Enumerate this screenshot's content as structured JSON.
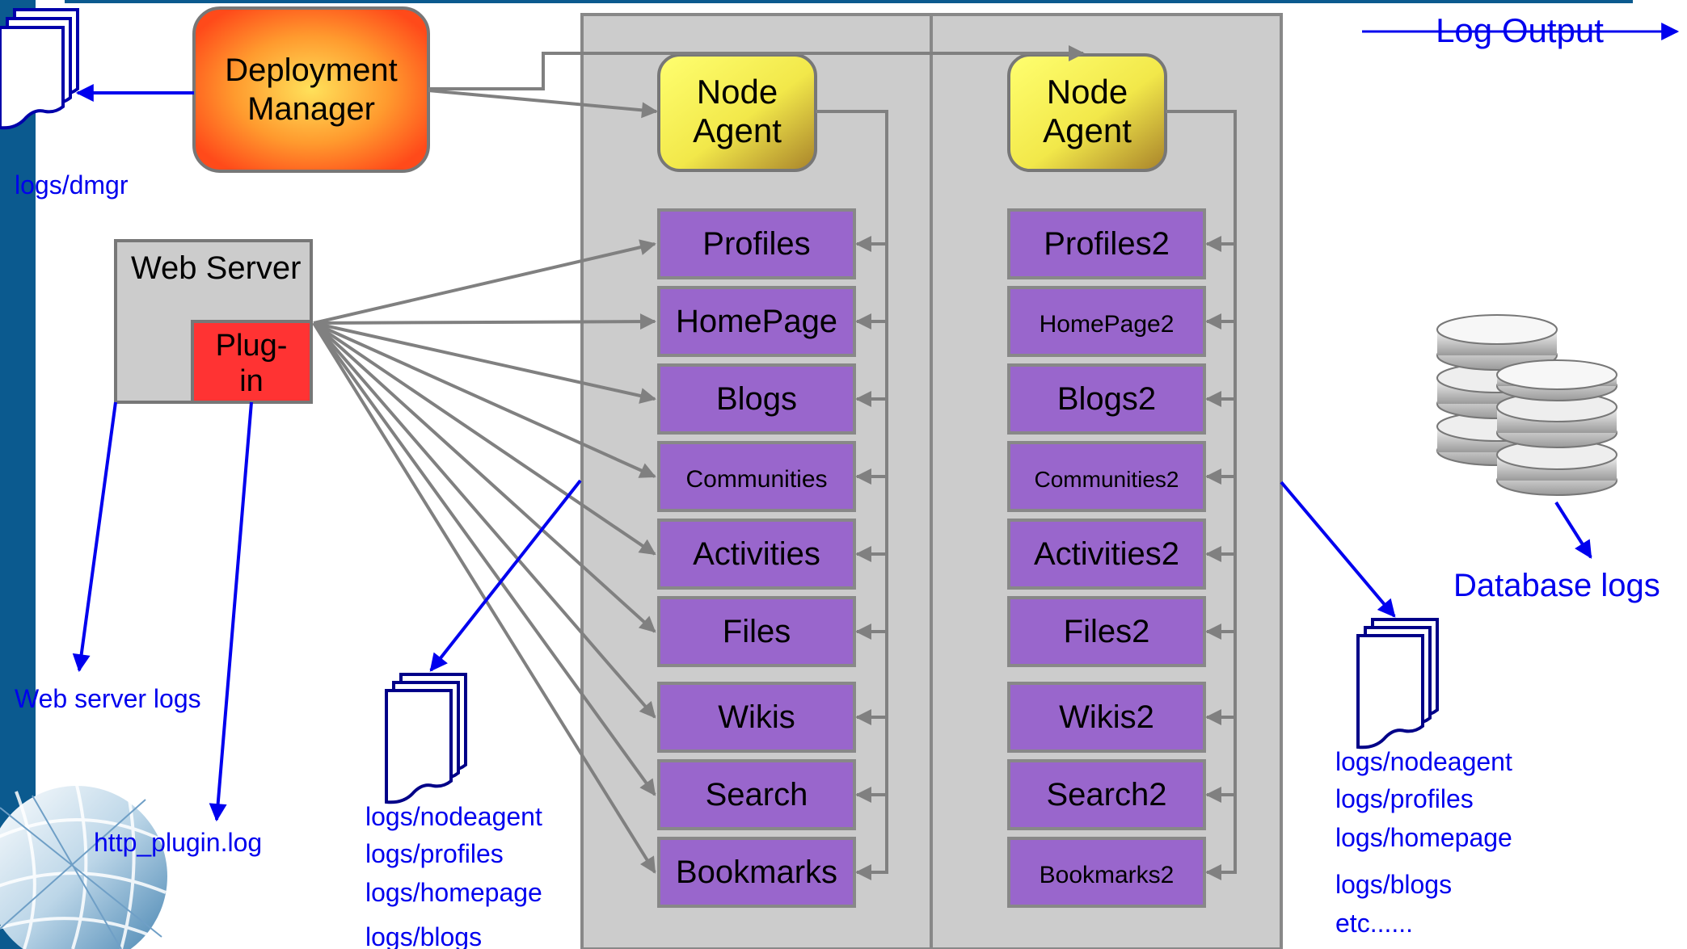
{
  "legend": {
    "log_output_label": "Log Output",
    "log_color": "#0000ee"
  },
  "colors": {
    "app": "#9966cc",
    "node_agent": "#ffff66",
    "plugin": "#ff3333",
    "link": "#808080",
    "column_bg": "#cccccc",
    "brand_blue": "#0b5a8f"
  },
  "deployment_manager": {
    "line1": "Deployment",
    "line2": "Manager",
    "log_path": "logs/dmgr"
  },
  "web_server": {
    "title": "Web Server",
    "plugin_line1": "Plug-",
    "plugin_line2": "in",
    "server_log": "Web server logs",
    "plugin_log": "http_plugin.log"
  },
  "node1": {
    "agent_line1": "Node",
    "agent_line2": "Agent",
    "apps": [
      "Profiles",
      "HomePage",
      "Blogs",
      "Communities",
      "Activities",
      "Files",
      "Wikis",
      "Search",
      "Bookmarks"
    ],
    "logs": [
      "logs/nodeagent",
      "logs/profiles",
      "logs/homepage",
      "logs/blogs"
    ]
  },
  "node2": {
    "agent_line1": "Node",
    "agent_line2": "Agent",
    "apps": [
      "Profiles2",
      "HomePage2",
      "Blogs2",
      "Communities2",
      "Activities2",
      "Files2",
      "Wikis2",
      "Search2",
      "Bookmarks2"
    ],
    "logs": [
      "logs/nodeagent",
      "logs/profiles",
      "logs/homepage",
      "logs/blogs",
      "etc......"
    ]
  },
  "database": {
    "label": "Database logs",
    "icon": "database-icon"
  }
}
